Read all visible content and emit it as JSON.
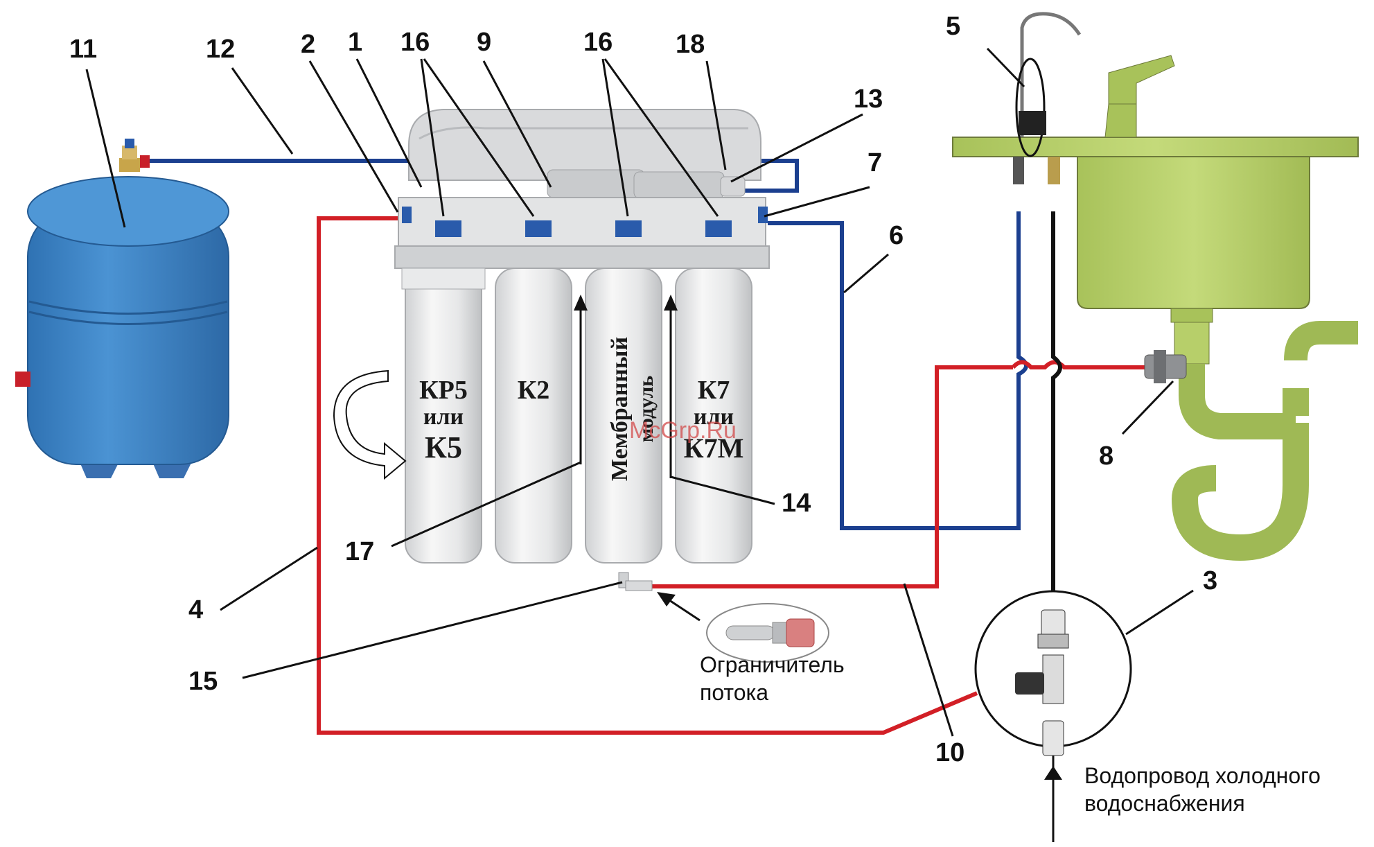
{
  "callouts": {
    "n1": "1",
    "n2": "2",
    "n3": "3",
    "n4": "4",
    "n5": "5",
    "n6": "6",
    "n7": "7",
    "n8": "8",
    "n9": "9",
    "n10": "10",
    "n11": "11",
    "n12": "12",
    "n13": "13",
    "n14": "14",
    "n15": "15",
    "n16a": "16",
    "n16b": "16",
    "n17": "17",
    "n18": "18"
  },
  "filters": {
    "f1_line1": "КР5",
    "f1_line2": "или",
    "f1_line3": "К5",
    "f2": "К2",
    "membrane_line1": "Мембранный",
    "membrane_line2": "модуль",
    "f4_line1": "К7",
    "f4_line2": "или",
    "f4_line3": "К7М"
  },
  "notes": {
    "flow_limiter_line1": "Ограничитель",
    "flow_limiter_line2": "потока",
    "water_supply_line1": "Водопровод холодного",
    "water_supply_line2": "водоснабжения"
  },
  "watermark": "McGrp.Ru",
  "colors": {
    "hot_line": "#d21f26",
    "clean_line": "#1b3f8f",
    "drain_line": "#111111",
    "tank": "#3e86c8",
    "sink": "#b7cf6a"
  }
}
